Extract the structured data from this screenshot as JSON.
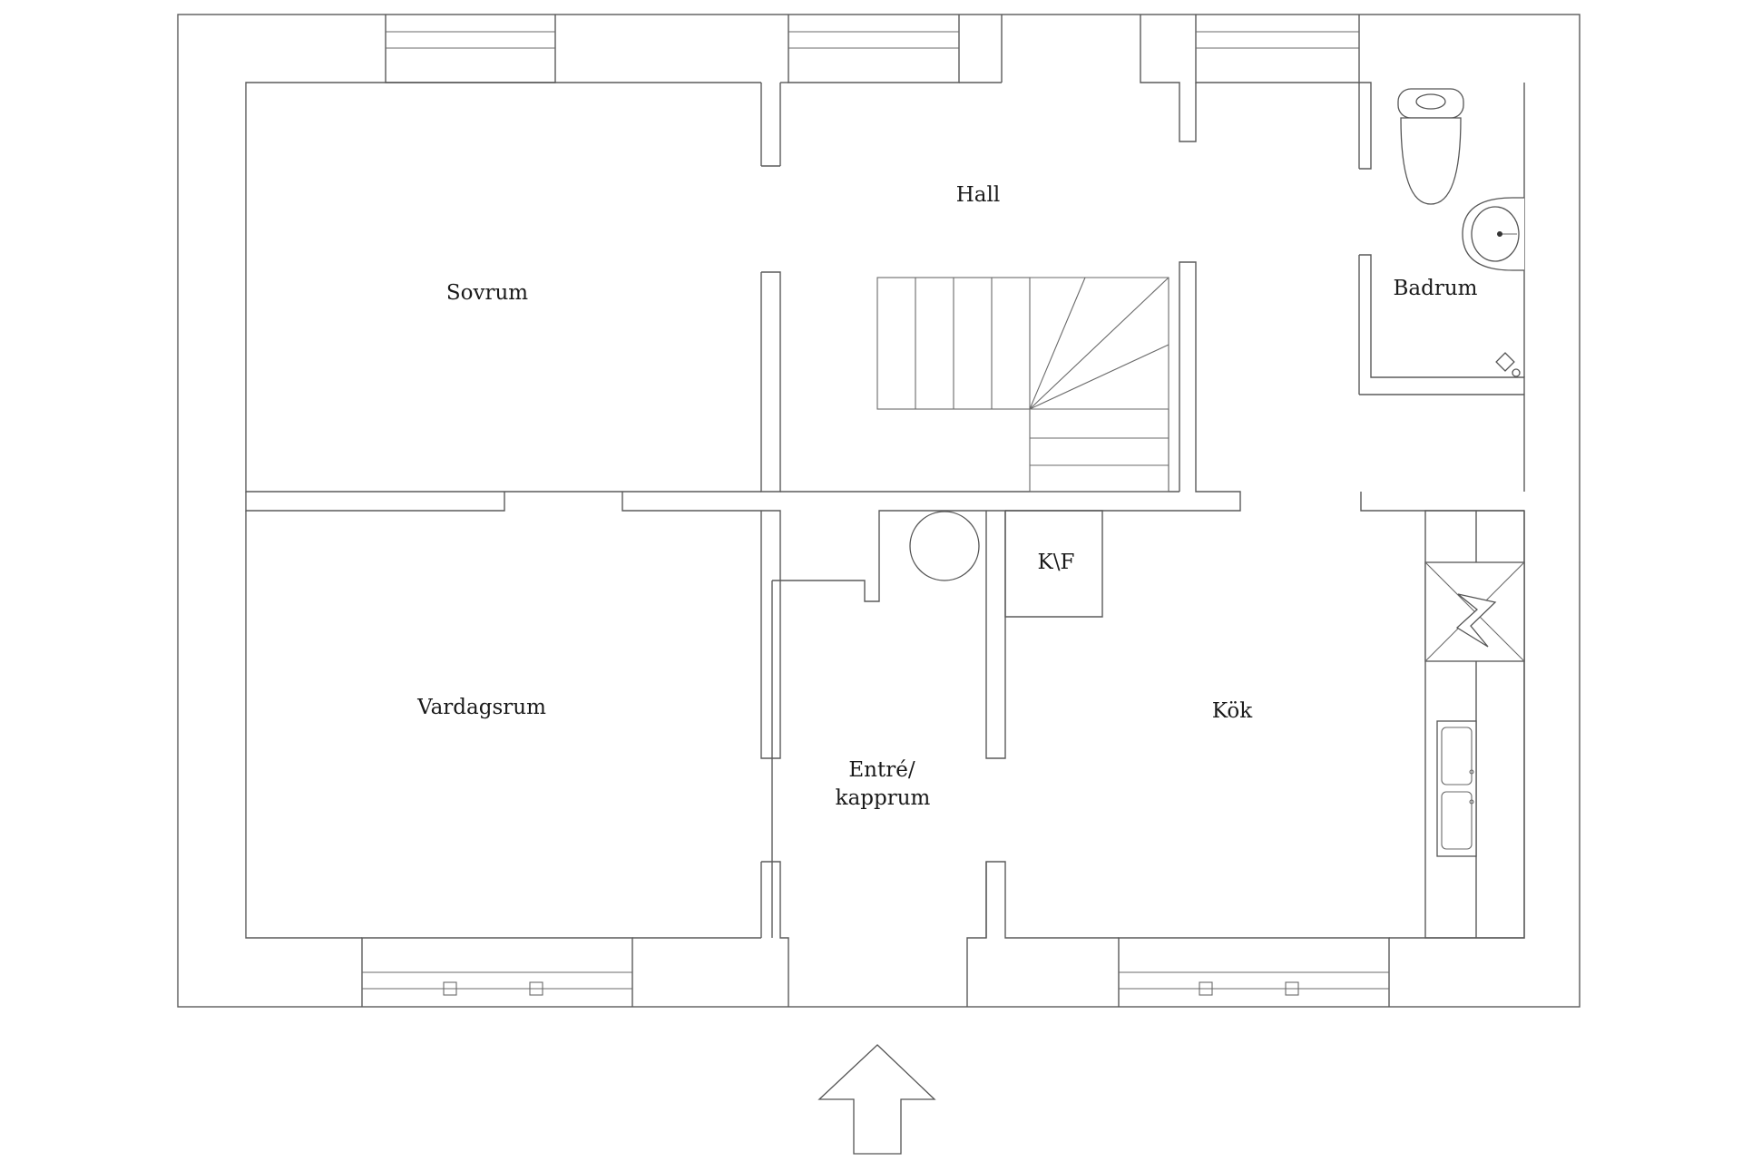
{
  "rooms": {
    "hall": "Hall",
    "sovrum": "Sovrum",
    "badrum": "Badrum",
    "vardagsrum": "Vardagsrum",
    "kok": "Kök",
    "kf": "K\\F",
    "entre_line1": "Entré/",
    "entre_line2": "kapprum"
  }
}
